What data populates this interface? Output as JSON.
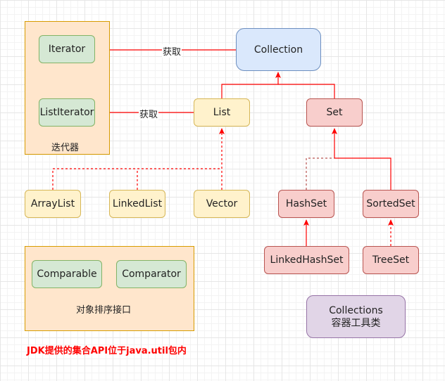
{
  "groups": {
    "iterator": {
      "label": "迭代器"
    },
    "comparison": {
      "label": "对象排序接口"
    }
  },
  "nodes": {
    "iterator": "Iterator",
    "listiterator": "ListIterator",
    "collection": "Collection",
    "list": "List",
    "set": "Set",
    "arraylist": "ArrayList",
    "linkedlist": "LinkedList",
    "vector": "Vector",
    "hashset": "HashSet",
    "sortedset": "SortedSet",
    "linkedhashset": "LinkedHashSet",
    "treeset": "TreeSet",
    "comparable": "Comparable",
    "comparator": "Comparator",
    "collections_line1": "Collections",
    "collections_line2": "容器工具类"
  },
  "edge_labels": {
    "collection_to_iterator": "获取",
    "list_to_listiterator": "获取"
  },
  "note": "JDK提供的集合API位于java.util包内",
  "colors": {
    "arrow": "#ff0000",
    "dependency": "#b85450"
  }
}
